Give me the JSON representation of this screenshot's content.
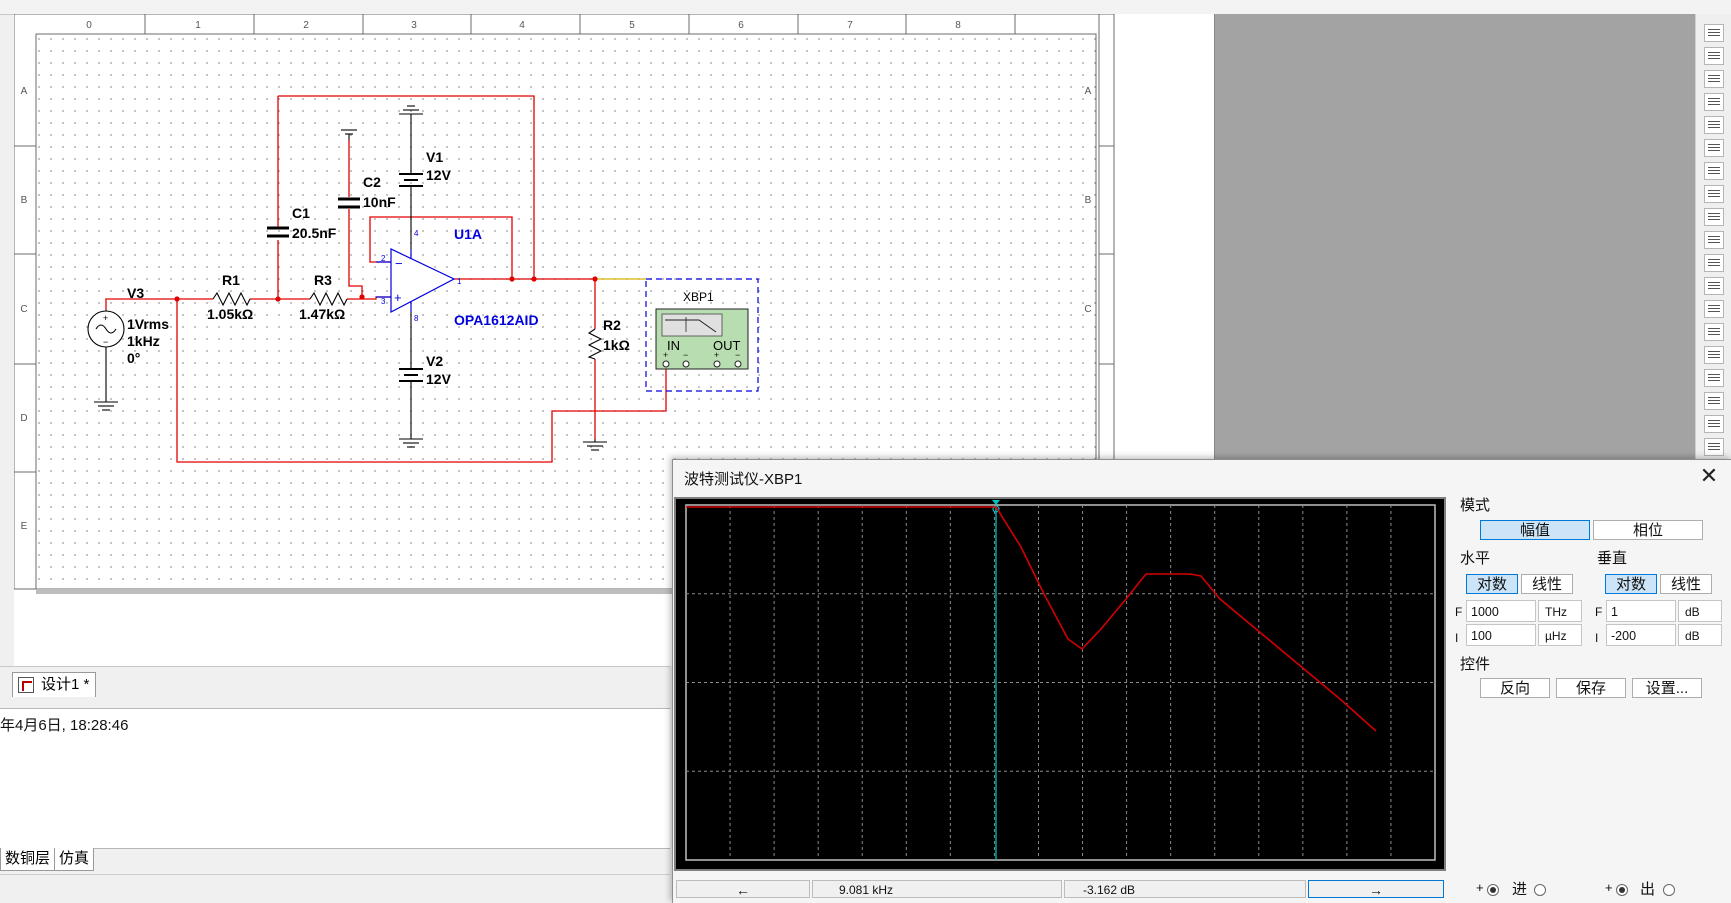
{
  "schematic": {
    "col_labels": [
      "0",
      "1",
      "2",
      "3",
      "4",
      "5",
      "6",
      "7",
      "8"
    ],
    "row_labels": [
      "A",
      "B",
      "C",
      "D",
      "E"
    ],
    "components": {
      "v3": {
        "name": "V3",
        "l1": "1Vrms",
        "l2": "1kHz",
        "l3": "0°"
      },
      "r1": {
        "name": "R1",
        "value": "1.05kΩ"
      },
      "r3": {
        "name": "R3",
        "value": "1.47kΩ"
      },
      "c1": {
        "name": "C1",
        "value": "20.5nF"
      },
      "c2": {
        "name": "C2",
        "value": "10nF"
      },
      "v1": {
        "name": "V1",
        "value": "12V"
      },
      "v2": {
        "name": "V2",
        "value": "12V"
      },
      "u1": {
        "name": "U1A",
        "part": "OPA1612AID",
        "pin_plus": "+",
        "pin_minus": "−",
        "pins": [
          "2",
          "3",
          "4",
          "8",
          "1"
        ]
      },
      "r2": {
        "name": "R2",
        "value": "1kΩ"
      },
      "xbp": {
        "name": "XBP1",
        "in": "IN",
        "out": "OUT"
      }
    }
  },
  "tabs": {
    "design": "设计1 *"
  },
  "log": {
    "line": "年4月6日, 18:28:46"
  },
  "bottom_tabs": [
    "数铜层",
    "仿真"
  ],
  "bode": {
    "title": "波特测试仪-XBP1",
    "close": "✕",
    "mode_label": "模式",
    "mode_buttons": [
      "幅值",
      "相位"
    ],
    "horizontal_label": "水平",
    "vertical_label": "垂直",
    "scale_buttons": [
      "对数",
      "线性"
    ],
    "h_final": {
      "row": "F",
      "value": "1000",
      "unit": "THz"
    },
    "h_initial": {
      "row": "I",
      "value": "100",
      "unit": "µHz"
    },
    "v_final": {
      "row": "F",
      "value": "1",
      "unit": "dB"
    },
    "v_initial": {
      "row": "I",
      "value": "-200",
      "unit": "dB"
    },
    "control_label": "控件",
    "control_buttons": [
      "反向",
      "保存",
      "设置..."
    ],
    "readout": {
      "freq": "9.081 kHz",
      "gain": "-3.162 dB",
      "left_arrow": "←",
      "right_arrow": "→"
    },
    "io": {
      "in_label": "进",
      "out_label": "出",
      "plus": "+"
    },
    "curve_color": "#d40000",
    "cursor_color": "#00b0b0"
  }
}
